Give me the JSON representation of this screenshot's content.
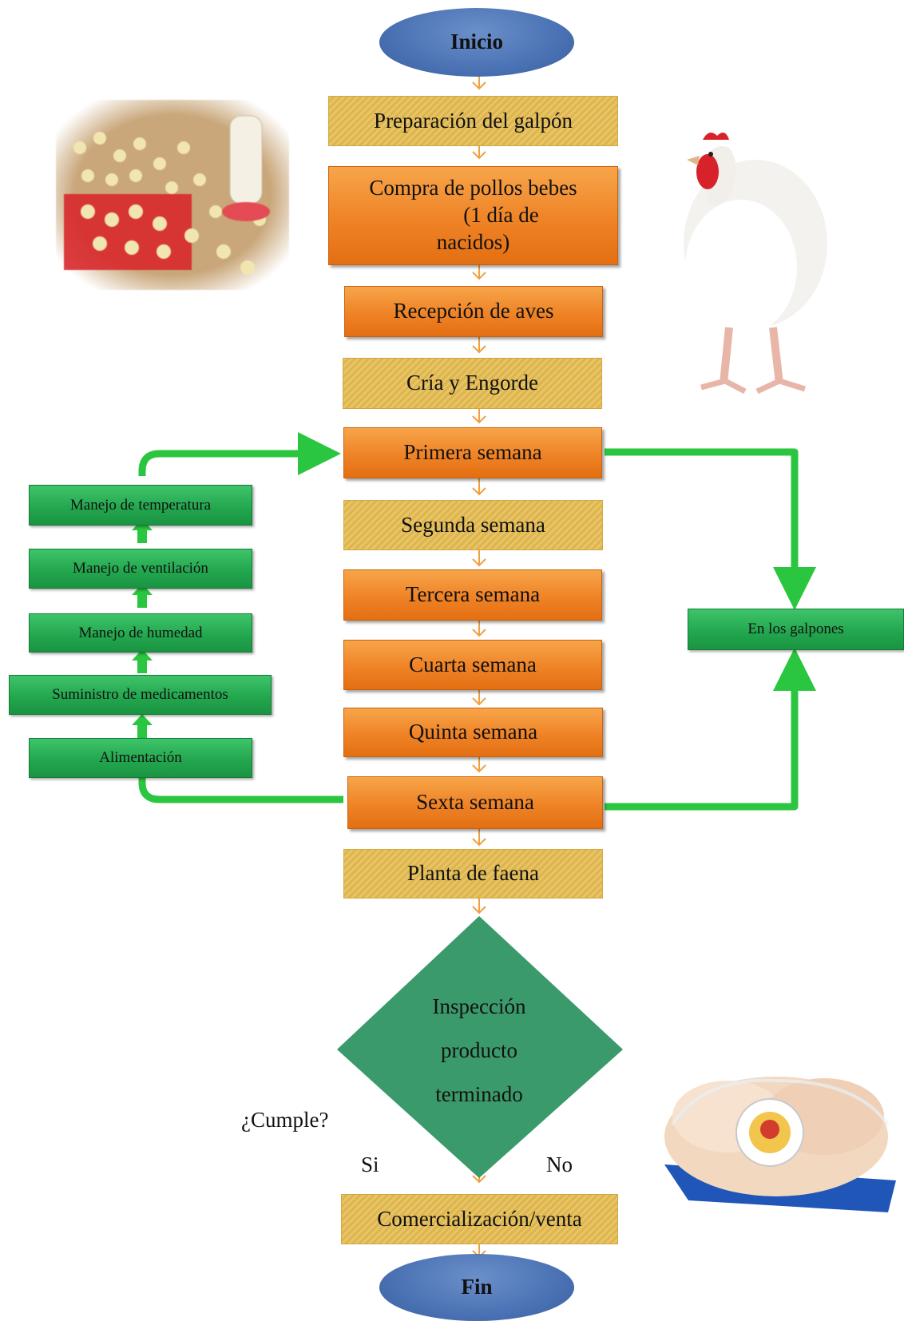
{
  "flow": {
    "start": "Inicio",
    "steps": [
      "Preparación del galpón",
      "Compra de pollos bebes",
      "(1 día de",
      "nacidos)",
      "Recepción de aves",
      "Cría y Engorde",
      "Primera semana",
      "Segunda semana",
      "Tercera semana",
      "Cuarta semana",
      "Quinta semana",
      "Sexta semana",
      "Planta de faena"
    ],
    "decision": [
      "Inspección",
      "producto",
      "terminado"
    ],
    "question": "¿Cumple?",
    "yes": "Si",
    "no": "No",
    "final_step": "Comercialización/venta",
    "end": "Fin"
  },
  "care_tasks": [
    "Manejo de temperatura",
    "Manejo de ventilación",
    "Manejo de humedad",
    "Suministro de medicamentos",
    "Alimentación"
  ],
  "location": "En los galpones",
  "colors": {
    "gold": "#dcb450",
    "orange": "#ef8326",
    "green": "#22a54d",
    "connector_green": "#2bc63f",
    "arrow_orange": "#f0a040",
    "oval_blue": "#4a72b4",
    "diamond_green": "#3b9a6b"
  }
}
